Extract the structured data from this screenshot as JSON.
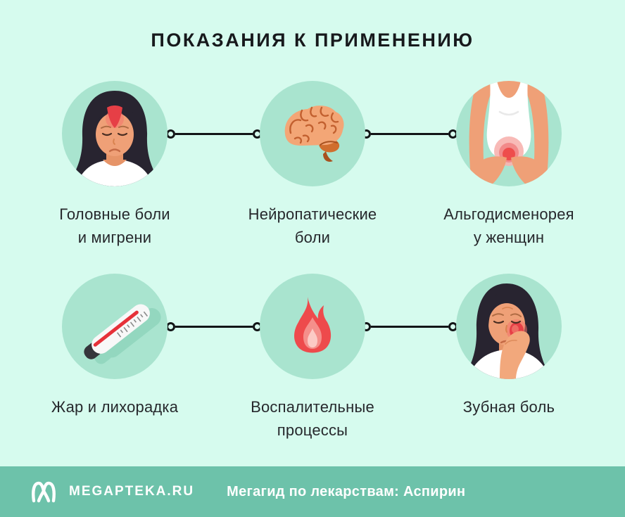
{
  "header": {
    "title": "ПОКАЗАНИЯ К ПРИМЕНЕНИЮ"
  },
  "items": [
    {
      "name": "headaches-migraines",
      "icon": "woman-headache-icon",
      "line1": "Головные боли",
      "line2": "и мигрени"
    },
    {
      "name": "neuropathic-pain",
      "icon": "brain-icon",
      "line1": "Нейропатические",
      "line2": "боли"
    },
    {
      "name": "algodysmenorrhea",
      "icon": "female-pelvic-pain-icon",
      "line1": "Альгодисменорея",
      "line2": "у женщин"
    },
    {
      "name": "fever",
      "icon": "thermometer-icon",
      "line1": "Жар и лихорадка",
      "line2": ""
    },
    {
      "name": "inflammation",
      "icon": "flame-icon",
      "line1": "Воспалительные",
      "line2": "процессы"
    },
    {
      "name": "toothache",
      "icon": "woman-toothache-icon",
      "line1": "Зубная боль",
      "line2": ""
    }
  ],
  "footer": {
    "logo_icon": "megapteka-logo-icon",
    "brand": "MEGAPTEKA.RU",
    "caption": "Мегагид по лекарствам: Аспирин"
  },
  "colors": {
    "page_bg": "#d6fbee",
    "circle_bg": "#a9e4cf",
    "footer_bg": "#6dc2aa",
    "title_text": "#17191c",
    "label_text": "#26282c",
    "connector": "#121517",
    "accent_red": "#ee4a4c",
    "skin": "#efa077",
    "hair": "#282430",
    "footer_text": "#ffffff"
  }
}
